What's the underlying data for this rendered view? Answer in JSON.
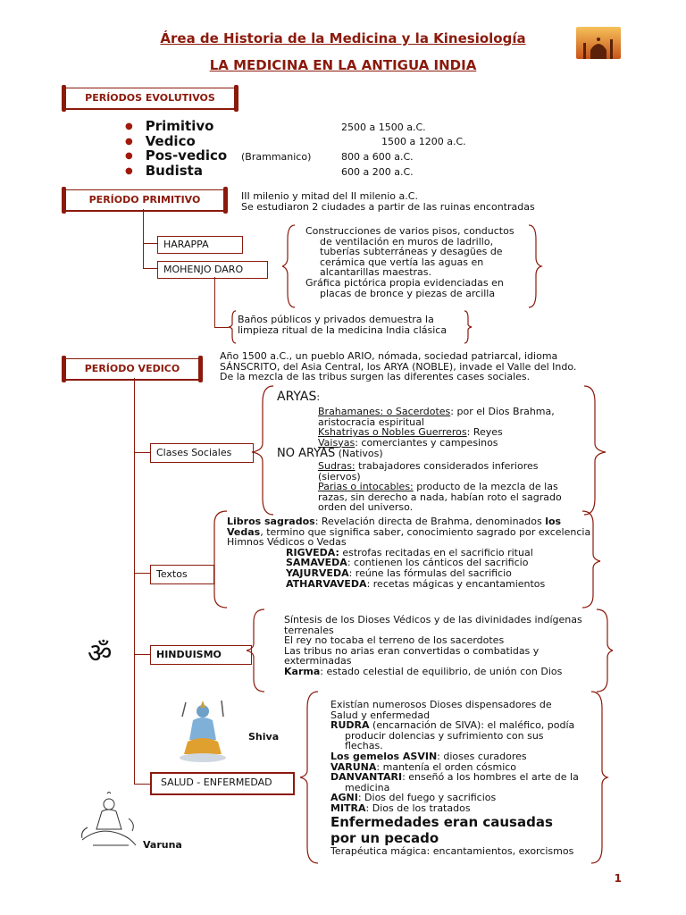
{
  "header": {
    "title": "Área de Historia de la Medicina y la Kinesiología",
    "subtitle": "LA MEDICINA EN LA ANTIGUA INDIA"
  },
  "periodos": {
    "label": "PERÍODOS EVOLUTIVOS",
    "items": [
      {
        "name": "Primitivo",
        "extra": "",
        "years": "2500 a 1500 a.C."
      },
      {
        "name": "Vedico",
        "extra": "",
        "years": "1500 a 1200 a.C."
      },
      {
        "name": "Pos-vedico",
        "extra": "(Brammanico)",
        "years": "800 a 600 a.C."
      },
      {
        "name": "Budista",
        "extra": "",
        "years": "600 a 200 a.C."
      }
    ]
  },
  "primitivo": {
    "label": "PERÍODO PRIMITIVO",
    "desc1": "III milenio y mitad del II milenio a.C.",
    "desc2": "Se estudiaron 2 ciudades a partir de las ruinas encontradas",
    "harappa": "HARAPPA",
    "mohenjo": "MOHENJO DARO",
    "brace1": [
      "Construcciones de varios pisos, conductos",
      "de ventilación en muros de ladrillo,",
      "tuberías subterráneas y desagües de",
      "cerámica que vertía las aguas en",
      "alcantarillas maestras.",
      "Gráfica pictórica propia evidenciadas en",
      "placas de bronce y piezas de arcilla"
    ],
    "brace2": [
      "Baños públicos y privados demuestra la",
      "limpieza ritual de la medicina India clásica"
    ]
  },
  "vedico": {
    "label": "PERÍODO VEDICO",
    "desc": [
      "Año 1500 a.C., un pueblo ARIO, nómada, sociedad patriarcal, idioma",
      "SÁNSCRITO, del Asia Central, los ARYA (NOBLE), invade el Valle del Indo.",
      "De la mezcla de las tribus surgen las diferentes cases sociales."
    ],
    "clases": {
      "box": "Clases Sociales",
      "aryas": "ARYAS",
      "aryas_colon": ":",
      "brah_u": "Brahamanes: o Sacerdotes",
      "brah_t": ": por el Dios Brahma,",
      "brah_t2": "aristocracia espiritual",
      "ksha_u": "Kshatriyas o Nobles Guerreros",
      "ksha_t": ": Reyes",
      "vais_u": "Vaisyas",
      "vais_t": ": comerciantes y campesinos",
      "noaryas": "NO ARYAS",
      "nativos": " (Nativos)",
      "sud_u": "Sudras:",
      "sud_t": " trabajadores considerados inferiores",
      "sud_t2": "(siervos)",
      "par_u": "Parias o intocables:",
      "par_t": " producto de la mezcla de las",
      "par_t2": "razas, sin derecho a nada, habían roto el sagrado",
      "par_t3": "orden del universo."
    },
    "textos": {
      "box": "Textos",
      "l1b": "Libros sagrados",
      "l1": ": Revelación directa de Brahma, denominados ",
      "l1b2": "los",
      "l2b": "Vedas",
      "l2": ", termino que significa saber, conocimiento sagrado por excelencia",
      "l3": "Himnos Védicos o Vedas",
      "rig_b": "RIGVEDA:",
      "rig": " estrofas recitadas en el sacrificio ritual",
      "sam_b": "SAMAVEDA",
      "sam": ": contienen los cánticos del sacrificio",
      "yaj_b": "YAJURVEDA",
      "yaj": ": reúne las fórmulas del sacrificio",
      "ath_b": "ATHARVAVEDA",
      "ath": ": recetas mágicas y encantamientos"
    },
    "hinduismo": {
      "box": "HINDUISMO",
      "om": "ॐ",
      "l1": "Síntesis de los Dioses Védicos y de las divinidades indígenas",
      "l2": "terrenales",
      "l3": "El rey no tocaba el terreno de los sacerdotes",
      "l4": "Las tribus no arias eran convertidas o combatidas y",
      "l5": "exterminadas",
      "karma_b": "Karma",
      "karma": ": estado celestial de equilibrio, de unión con Dios"
    },
    "salud": {
      "box": "SALUD - ENFERMEDAD",
      "shiva": "Shiva",
      "varuna_label": "Varuna",
      "l1": "Existían numerosos Dioses dispensadores de",
      "l2": "Salud y enfermedad",
      "rudra_b": "RUDRA",
      "rudra": " (encarnación de SIVA): el maléfico, podía",
      "rudra2": "producir dolencias y sufrimiento con sus",
      "rudra3": "flechas.",
      "asvin_b": "Los gemelos ASVIN",
      "asvin": ": dioses curadores",
      "varuna_b": "VARUNA",
      "varuna": ": mantenía el orden cósmico",
      "danv_b": "DANVANTARI",
      "danv": ": enseñó a los hombres el arte de la",
      "danv2": "medicina",
      "agni_b": "AGNI",
      "agni": ": Dios del fuego y sacrificios",
      "mitra_b": "MITRA",
      "mitra": ": Dios de los tratados",
      "big1": "Enfermedades eran causadas",
      "big2": "por un pecado",
      "last": "Terapéutica mágica: encantamientos, exorcismos"
    }
  },
  "page_number": "1",
  "colors": {
    "accent": "#8b1a0c"
  }
}
